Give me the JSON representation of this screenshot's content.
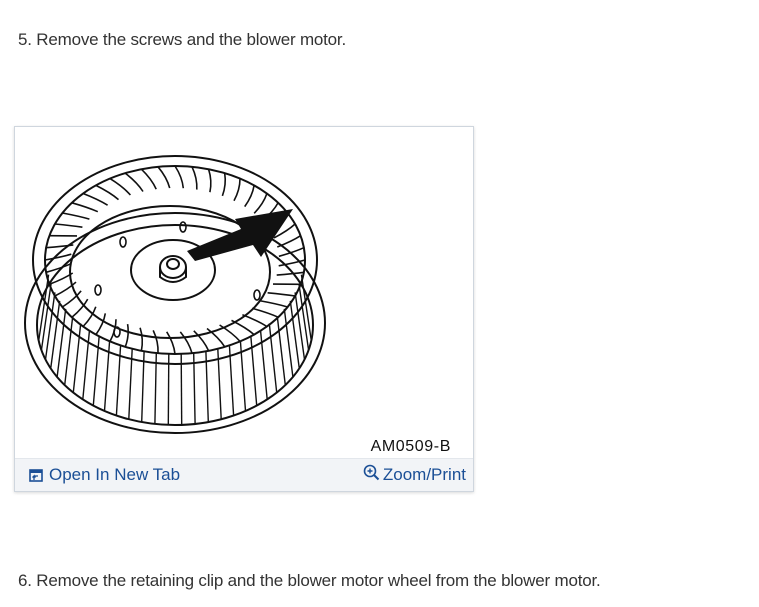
{
  "steps": {
    "step5": "5. Remove the screws and the blower motor.",
    "step6": "6. Remove the retaining clip and the blower motor wheel from the blower motor."
  },
  "figure": {
    "caption": "AM0509-B",
    "open_tab_label": "Open In New Tab",
    "zoom_label": "Zoom/Print"
  },
  "colors": {
    "link": "#1b4f96",
    "bar": "#f2f4f7",
    "border": "#cfd6de"
  },
  "icons": {
    "open_tab": "open-new-tab-icon",
    "zoom": "zoom-in-icon"
  }
}
